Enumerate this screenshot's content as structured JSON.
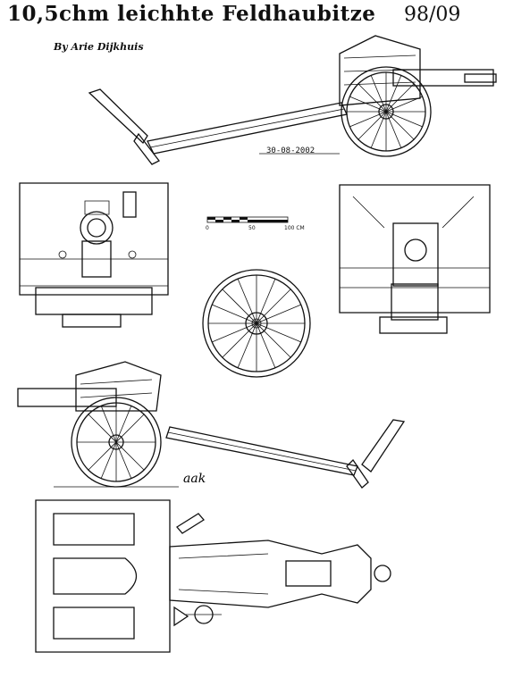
{
  "title": "10,5chm leichhte Feldhaubitze",
  "model_number": "98/09",
  "author": "By Arie Dijkhuis",
  "date": "30-08-2002",
  "scale": {
    "start": "0",
    "mid": "50",
    "end": "100 CM"
  },
  "signature": "aak"
}
